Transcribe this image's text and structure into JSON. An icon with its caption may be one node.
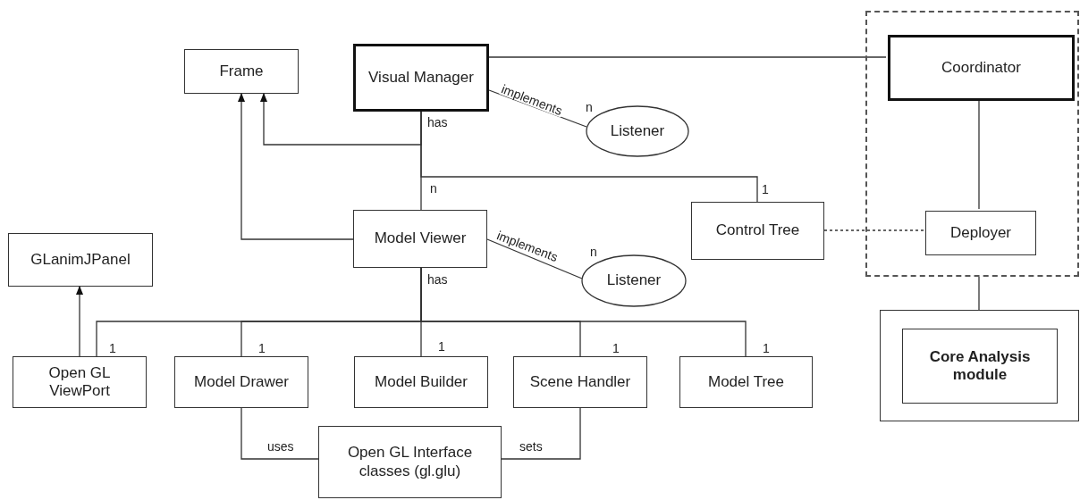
{
  "diagram": {
    "nodes": [
      {
        "text": [
          "Frame"
        ]
      },
      {
        "text": [
          "Visual Manager"
        ]
      },
      {
        "text": [],
        "shape": "box"
      },
      {
        "text": [
          "Coordinator"
        ],
        "in": 2
      },
      {
        "text": [
          "Listener"
        ],
        "beside": [
          "n"
        ]
      },
      {
        "text": [
          "Control Tree"
        ],
        "beside": [
          "1"
        ]
      },
      {
        "text": [
          "Deployer"
        ],
        "in": 2
      },
      {
        "text": [
          "Model Viewer"
        ],
        "beside": [
          "n"
        ]
      },
      {
        "text": [
          "Listener"
        ],
        "beside": [
          "n"
        ]
      },
      {
        "text": [
          "GLanimJPanel"
        ]
      },
      {
        "text": [],
        "shape": "box"
      },
      {
        "text": [
          "Core Analysis module"
        ],
        "in": 10
      },
      {
        "text": [
          "Open GL ViewPort"
        ],
        "beside": [
          "1"
        ]
      },
      {
        "text": [
          "Model Drawer"
        ],
        "beside": [
          "1"
        ]
      },
      {
        "text": [
          "Model Builder"
        ],
        "beside": [
          "1"
        ]
      },
      {
        "text": [
          "Scene Handler"
        ],
        "beside": [
          "1"
        ]
      },
      {
        "text": [
          "Model Tree"
        ],
        "beside": [
          "1"
        ]
      },
      {
        "text": [
          "Open GL Interface classes (gl.glu)"
        ]
      }
    ],
    "edges": [
      {
        "from": 1,
        "to": 3,
        "arrow": "none"
      },
      {
        "from": 1,
        "to": 4,
        "arrow": "none",
        "label": "implements"
      },
      {
        "from": 1,
        "to": 0,
        "arrow": "to"
      },
      {
        "from": 1,
        "to": 7,
        "arrow": "none",
        "label": "has"
      },
      {
        "from": 1,
        "to": 5,
        "arrow": "none"
      },
      {
        "from": 7,
        "to": 0,
        "arrow": "to"
      },
      {
        "from": 7,
        "to": 8,
        "arrow": "none",
        "label": "implements"
      },
      {
        "from": 3,
        "to": 6,
        "arrow": "none"
      },
      {
        "from": 5,
        "to": 6,
        "arrow": "none",
        "style": "dashed"
      },
      {
        "from": 2,
        "to": 10,
        "arrow": "none"
      },
      {
        "from": 12,
        "to": 9,
        "arrow": "to"
      },
      {
        "from": 7,
        "to": 12,
        "arrow": "none"
      },
      {
        "from": 7,
        "to": 13,
        "arrow": "none"
      },
      {
        "from": 7,
        "to": 14,
        "arrow": "none",
        "label": "has"
      },
      {
        "from": 7,
        "to": 15,
        "arrow": "none"
      },
      {
        "from": 7,
        "to": 16,
        "arrow": "none"
      },
      {
        "from": 13,
        "to": 17,
        "arrow": "none",
        "label": "uses"
      },
      {
        "from": 15,
        "to": 17,
        "arrow": "none",
        "label": "sets"
      }
    ]
  }
}
